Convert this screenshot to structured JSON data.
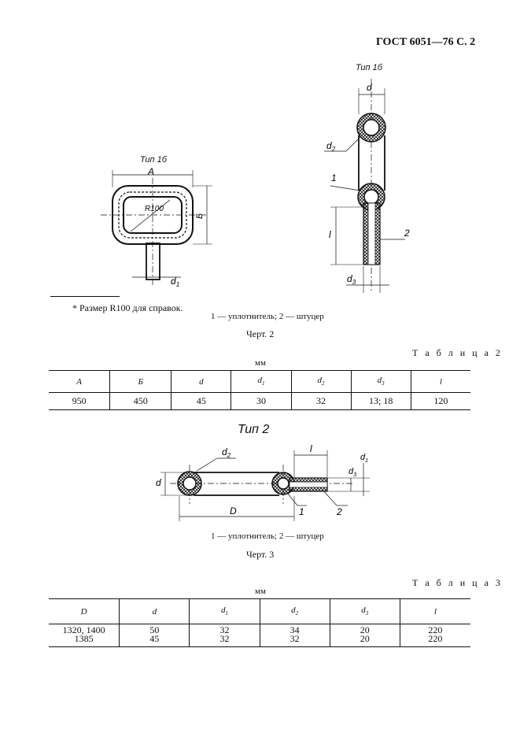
{
  "header": {
    "doc_ref": "ГОСТ 6051—76 С. 2"
  },
  "figure2": {
    "left_type_label": "Тип 1б",
    "right_type_label": "Тип 1б",
    "left_dims": {
      "A": "А",
      "B": "Б",
      "R": "R100",
      "d1": "d",
      "d1_sub": "1"
    },
    "right_dims": {
      "d": "d",
      "d2": "d",
      "d2_sub": "2",
      "l": "l",
      "d3": "d",
      "d3_sub": "3",
      "p1": "1",
      "p2": "2"
    },
    "footnote": "* Размер R100 для справок.",
    "legend": "1 — уплотнитель; 2 — штуцер",
    "caption": "Черт. 2"
  },
  "table2": {
    "title": "Т а б л и ц а 2",
    "units": "мм",
    "headers": [
      "A",
      "Б",
      "d",
      "d",
      "d",
      "d",
      "l"
    ],
    "header_subs": [
      "",
      "",
      "",
      "1",
      "2",
      "3",
      ""
    ],
    "row": [
      "950",
      "450",
      "45",
      "30",
      "32",
      "13; 18",
      "120"
    ]
  },
  "figure3": {
    "type_label": "Тип 2",
    "dims": {
      "d": "d",
      "d2": "d",
      "d2_sub": "2",
      "D": "D",
      "l": "l",
      "d3": "d",
      "d3_sub": "3",
      "d1": "d",
      "d1_sub": "1",
      "p1": "1",
      "p2": "2"
    },
    "legend": "1 — уплотнитель; 2 — штуцер",
    "caption": "Черт. 3"
  },
  "table3": {
    "title": "Т а б л и ц а 3",
    "units": "мм",
    "headers": [
      "D",
      "d",
      "d",
      "d",
      "d",
      "l"
    ],
    "header_subs": [
      "",
      "",
      "1",
      "2",
      "3",
      ""
    ],
    "rows": [
      [
        "1320, 1400",
        "50",
        "32",
        "34",
        "20",
        "220"
      ],
      [
        "1385",
        "45",
        "32",
        "32",
        "20",
        "220"
      ]
    ]
  }
}
